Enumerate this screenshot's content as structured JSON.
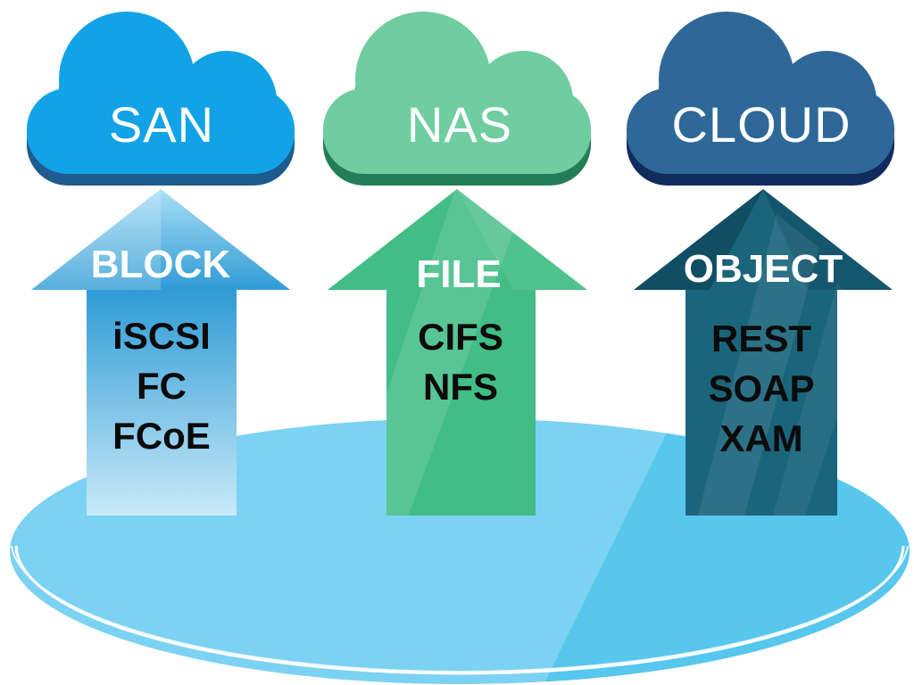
{
  "diagram": {
    "kind": "storage-architecture-diagram",
    "columns": [
      {
        "cloud_label": "SAN",
        "tier_label": "BLOCK",
        "protocols": [
          "iSCSI",
          "FC",
          "FCoE"
        ],
        "cloud_color": "#12A3E6",
        "cloud_shadow_color": "#1E5B8E",
        "arrow_color_top": "#A9DEF6",
        "arrow_color_mid": "#2F9BD5",
        "arrow_color_bottom": "#C9EAF9"
      },
      {
        "cloud_label": "NAS",
        "tier_label": "FILE",
        "protocols": [
          "CIFS",
          "NFS"
        ],
        "cloud_color": "#6FCDA0",
        "cloud_shadow_color": "#237D56",
        "arrow_color": "#41BD85"
      },
      {
        "cloud_label": "CLOUD",
        "tier_label": "OBJECT",
        "protocols": [
          "REST",
          "SOAP",
          "XAM"
        ],
        "cloud_color": "#2D6898",
        "cloud_shadow_color": "#102C5E",
        "arrow_color": "#1B657C"
      }
    ],
    "platform": {
      "color": "#7CD2F2",
      "shade_color": "#58C7EE",
      "rim_color": "#FFFFFF"
    }
  }
}
